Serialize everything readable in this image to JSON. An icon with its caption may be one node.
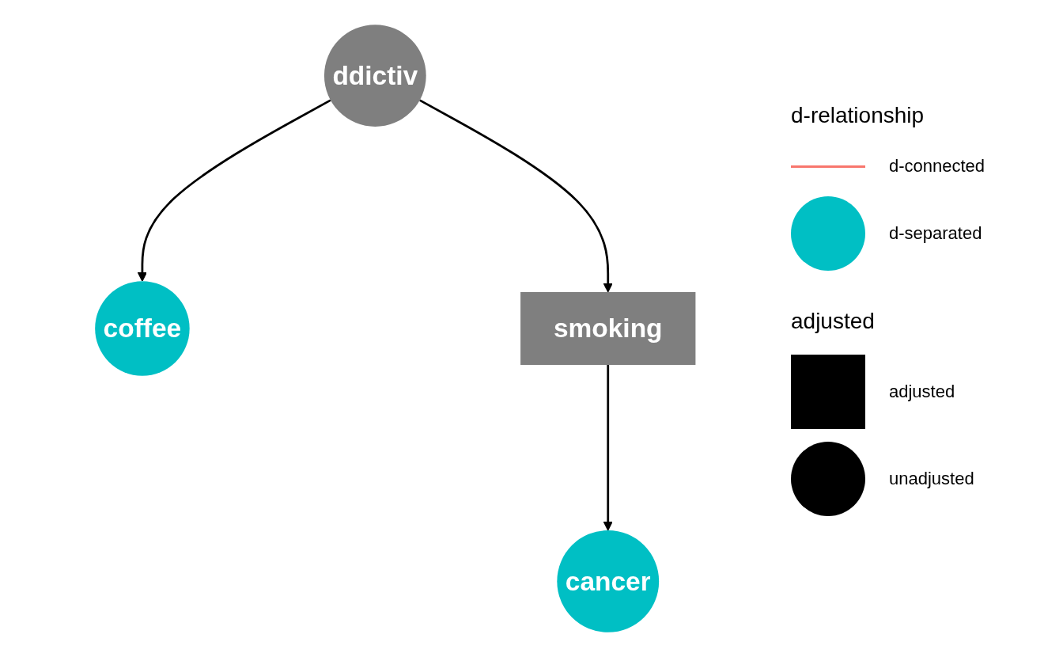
{
  "diagram": {
    "nodes": [
      {
        "text": [
          "ddictiv"
        ]
      },
      {
        "text": [
          "coffee"
        ]
      },
      {
        "text": [
          "smoking"
        ]
      },
      {
        "text": [
          "cancer"
        ]
      }
    ],
    "edges": [
      {
        "from": 0,
        "to": 1,
        "arrow": "to"
      },
      {
        "from": 0,
        "to": 2,
        "arrow": "to"
      },
      {
        "from": 2,
        "to": 3,
        "arrow": "to"
      }
    ],
    "labels": [
      "d-relationship",
      "adjusted"
    ],
    "legend": [
      {
        "text": "d-connected"
      },
      {
        "text": "d-separated",
        "color": "#00bfc4"
      },
      {
        "text": "adjusted"
      },
      {
        "text": "unadjusted"
      }
    ]
  }
}
